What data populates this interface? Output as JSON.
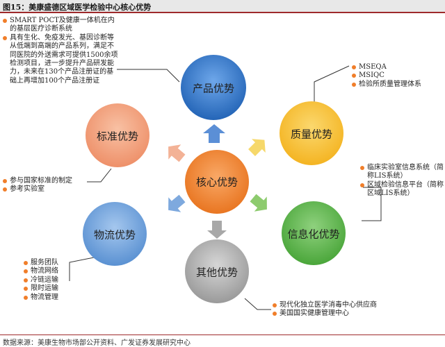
{
  "title": "图15：美康盛德区域医学检验中心核心优势",
  "center": {
    "label": "核心优势",
    "color": "#f07e2a"
  },
  "circles": [
    {
      "label": "产品优势",
      "color": "#2e75c8"
    },
    {
      "label": "质量优势",
      "color": "#f8c23a"
    },
    {
      "label": "信息化优势",
      "color": "#5fb84d"
    },
    {
      "label": "其他优势",
      "color": "#a6a6a6"
    },
    {
      "label": "物流优势",
      "color": "#6a9fd8"
    },
    {
      "label": "标准优势",
      "color": "#f2a07a"
    }
  ],
  "notes": {
    "product": [
      "SMART POCT及健康一体机在内的基层医疗诊断系统",
      "具有生化、免疫发光、基因诊断等从低端到高端的产品系列，满足不同医院的外送需求可提供1500余项检测项目，进一步提升产品研发能力，未来在130个产品注册证的基础上再增加100个产品注册证"
    ],
    "quality": [
      "MSEQA",
      "MSIQC",
      "检验所质量管理体系"
    ],
    "info": [
      "临床实验室信息系统（简称LIS系统）",
      "区域检验信息平台（简称区域LIS系统）"
    ],
    "other": [
      "现代化独立医学消毒中心供应商",
      "美国国实健康管理中心"
    ],
    "logistics": [
      "服务团队",
      "物流网络",
      "冷链运输",
      "限时运输",
      "物流管理"
    ],
    "standard": [
      "参与国家标准的制定",
      "参考实验室"
    ]
  },
  "source": "数据来源：美康生物市场部公开资料、广发证券发展研究中心"
}
